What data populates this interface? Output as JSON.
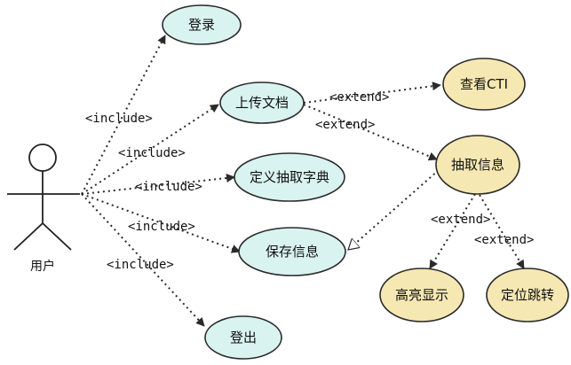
{
  "actor": {
    "label": "用户"
  },
  "use_cases": {
    "login": "登录",
    "upload": "上传文档",
    "define_dict": "定义抽取字典",
    "save": "保存信息",
    "logout": "登出",
    "view_cti": "查看CTI",
    "extract": "抽取信息",
    "highlight": "高亮显示",
    "locate_jump": "定位跳转"
  },
  "relations": {
    "include": "<include>",
    "extend": "<extend>"
  },
  "colors": {
    "primary_fill": "#d9f3f0",
    "secondary_fill": "#f6e8b3",
    "stroke": "#2a2a2a",
    "background": "#ffffff"
  }
}
